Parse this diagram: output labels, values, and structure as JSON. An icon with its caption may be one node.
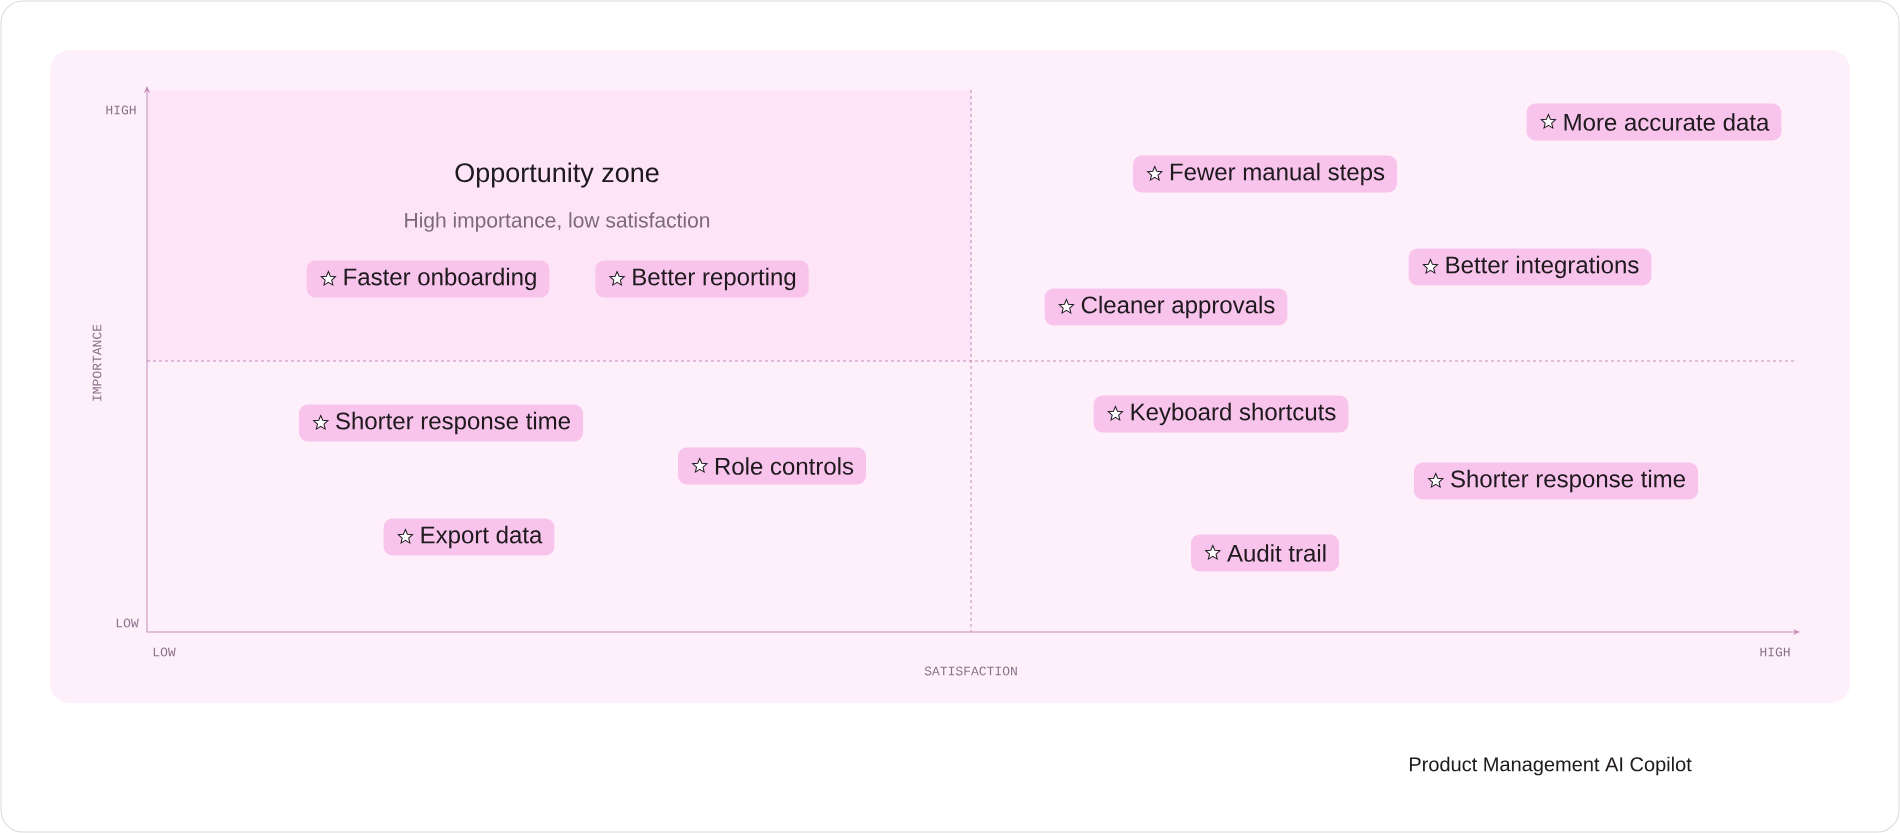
{
  "diagram": {
    "nodes": [
      {
        "text": [
          "Opportunity zone",
          "High importance, low satisfaction"
        ]
      },
      {
        "text": [
          "Faster onboarding"
        ],
        "in": 0
      },
      {
        "text": [
          "Better reporting"
        ],
        "in": 0
      },
      {
        "text": [
          "More accurate data"
        ]
      },
      {
        "text": [
          "Fewer manual steps"
        ]
      },
      {
        "text": [
          "Better integrations"
        ]
      },
      {
        "text": [
          "Cleaner approvals"
        ]
      },
      {
        "text": [
          "Keyboard shortcuts"
        ]
      },
      {
        "text": [
          "Shorter response time"
        ]
      },
      {
        "text": [
          "Role controls"
        ]
      },
      {
        "text": [
          "Shorter response time"
        ]
      },
      {
        "text": [
          "Export data"
        ]
      },
      {
        "text": [
          "Audit trail"
        ]
      }
    ],
    "labels": [
      "HIGH",
      "IMPORTANCE",
      "LOW",
      "LOW",
      "SATISFACTION",
      "HIGH",
      "Product Management AI Copilot"
    ]
  }
}
